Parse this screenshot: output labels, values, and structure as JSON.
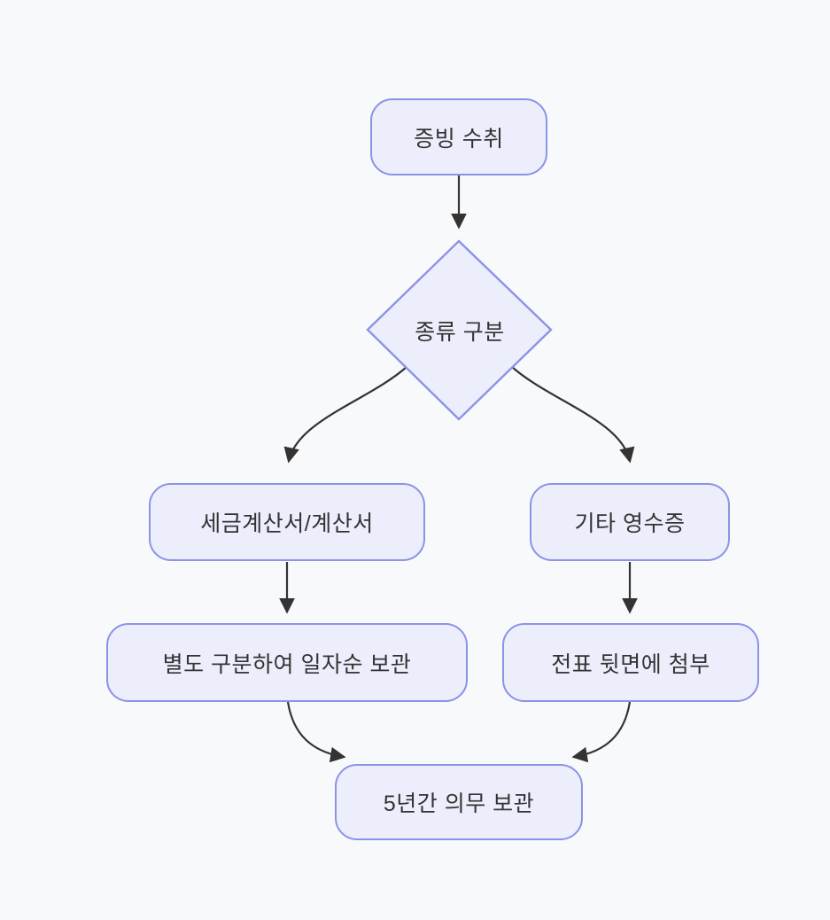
{
  "theme": {
    "background": "#f8f9fb",
    "node_fill": "#eceefc",
    "node_border": "#8b93e6",
    "text_color": "#333333",
    "edge_color": "#333333"
  },
  "diagram": {
    "type": "flowchart",
    "direction": "top-down",
    "nodes": [
      {
        "id": "A",
        "shape": "rounded-rect",
        "label": "증빙 수취"
      },
      {
        "id": "B",
        "shape": "diamond",
        "label": "종류 구분"
      },
      {
        "id": "C",
        "shape": "rounded-rect",
        "label": "세금계산서/계산서"
      },
      {
        "id": "D",
        "shape": "rounded-rect",
        "label": "기타 영수증"
      },
      {
        "id": "E",
        "shape": "rounded-rect",
        "label": "별도 구분하여 일자순 보관"
      },
      {
        "id": "F",
        "shape": "rounded-rect",
        "label": "전표 뒷면에 첨부"
      },
      {
        "id": "G",
        "shape": "rounded-rect",
        "label": "5년간 의무 보관"
      }
    ],
    "edges": [
      {
        "from": "A",
        "to": "B"
      },
      {
        "from": "B",
        "to": "C"
      },
      {
        "from": "B",
        "to": "D"
      },
      {
        "from": "C",
        "to": "E"
      },
      {
        "from": "D",
        "to": "F"
      },
      {
        "from": "E",
        "to": "G"
      },
      {
        "from": "F",
        "to": "G"
      }
    ]
  }
}
